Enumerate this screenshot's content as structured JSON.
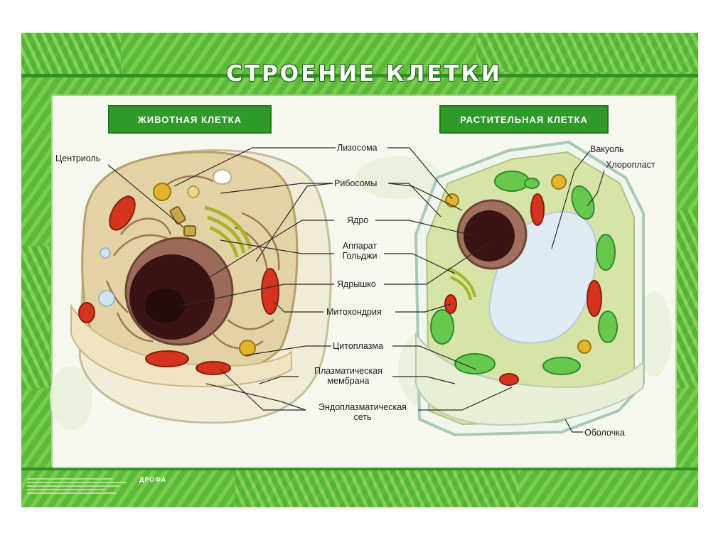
{
  "title": "СТРОЕНИЕ КЛЕТКИ",
  "tags": {
    "animal": "ЖИВОТНАЯ КЛЕТКА",
    "plant": "РАСТИТЕЛЬНАЯ КЛЕТКА"
  },
  "labels": {
    "centriole": "Центриоль",
    "lysosome": "Лизосома",
    "ribosomes": "Рибосомы",
    "nucleus": "Ядро",
    "golgi_1": "Аппарат",
    "golgi_2": "Гольджи",
    "nucleolus": "Ядрышко",
    "mitochondria": "Митохондрия",
    "cytoplasm": "Цитоплазма",
    "plasma_1": "Плазматическая",
    "plasma_2": "мембрана",
    "er_1": "Эндоплазматическая",
    "er_2": "сеть",
    "vacuole": "Вакуоль",
    "chloroplast": "Хлоропласт",
    "wall": "Оболочка"
  },
  "publisher": "ДРОФА",
  "colors": {
    "poster_green": "#5dbb3a",
    "tag_green": "#2f9a2a",
    "panel_bg": "#f6f7ef",
    "nucleus": "#3a1414",
    "mitochondria": "#d4331e",
    "chloroplast": "#66c94d"
  }
}
